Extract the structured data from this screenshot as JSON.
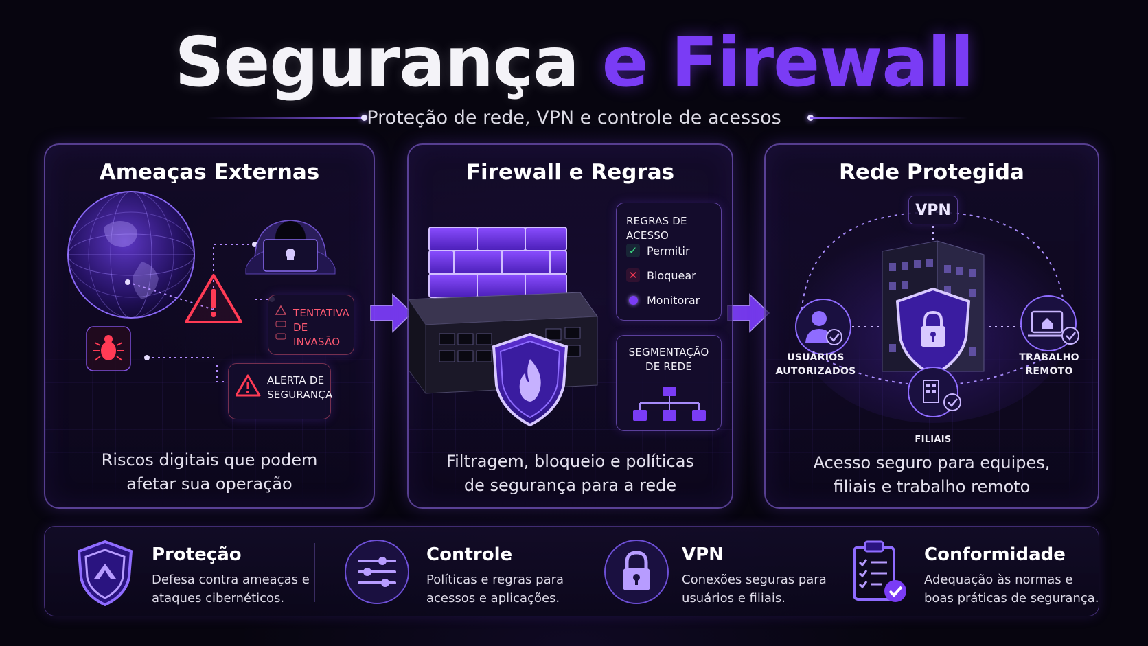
{
  "header": {
    "title_white": "Segurança",
    "title_purple": "e Firewall",
    "subtitle": "Proteção de rede, VPN e controle de acessos"
  },
  "panels": {
    "threats": {
      "title": "Ameaças Externas",
      "alert1": [
        "TENTATIVA",
        "DE INVASÃO"
      ],
      "alert2": [
        "ALERTA DE",
        "SEGURANÇA"
      ],
      "desc": [
        "Riscos digitais que podem",
        "afetar sua operação"
      ]
    },
    "firewall": {
      "title": "Firewall e Regras",
      "rules_title": "REGRAS DE ACESSO",
      "rules": [
        "Permitir",
        "Bloquear",
        "Monitorar"
      ],
      "segment_title": [
        "SEGMENTAÇÃO",
        "DE REDE"
      ],
      "desc": [
        "Filtragem, bloqueio e políticas",
        "de segurança para a rede"
      ]
    },
    "network": {
      "title": "Rede Protegida",
      "vpn_badge": "VPN",
      "users_label": [
        "USUÁRIOS",
        "AUTORIZADOS"
      ],
      "remote_label": [
        "TRABALHO",
        "REMOTO"
      ],
      "branches_label": "FILIAIS",
      "desc": [
        "Acesso seguro para equipes,",
        "filiais e trabalho remoto"
      ]
    }
  },
  "features": [
    {
      "title": "Proteção",
      "desc": [
        "Defesa contra ameaças e",
        "ataques cibernéticos."
      ],
      "icon": "shield-icon"
    },
    {
      "title": "Controle",
      "desc": [
        "Políticas e regras para",
        "acessos e aplicações."
      ],
      "icon": "sliders-icon"
    },
    {
      "title": "VPN",
      "desc": [
        "Conexões seguras para",
        "usuários e filiais."
      ],
      "icon": "lock-icon"
    },
    {
      "title": "Conformidade",
      "desc": [
        "Adequação às normas e",
        "boas práticas de segurança."
      ],
      "icon": "clipboard-check-icon"
    }
  ],
  "colors": {
    "accent": "#7a3cf5",
    "accent_light": "#a78bfa",
    "alert_red": "#ff3b55",
    "allow_green": "#3ddc84",
    "background": "#07050f"
  }
}
